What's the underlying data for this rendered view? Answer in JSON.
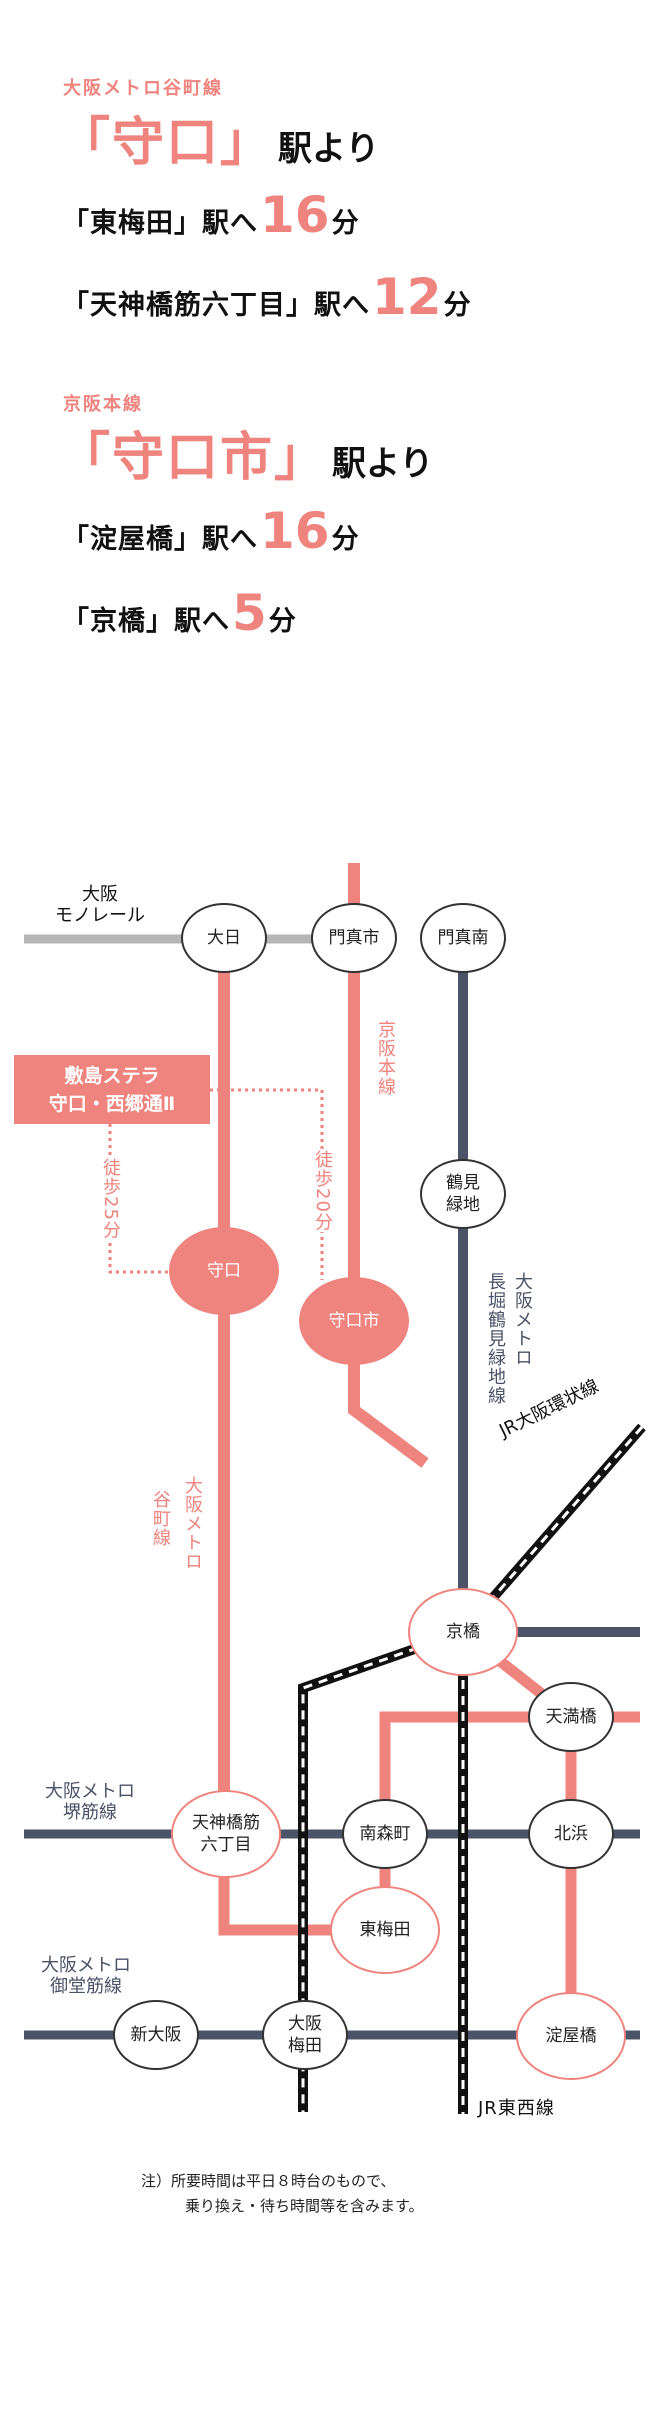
{
  "colors": {
    "accent": "#ef837d",
    "navy": "#4b5368",
    "monorail": "#b5b5b5",
    "text": "#111111"
  },
  "section1": {
    "line": "大阪メトロ谷町線",
    "station": "「守口」",
    "suffix": "駅より",
    "routes": [
      {
        "dest": "「東梅田」駅へ",
        "minutes": "16",
        "unit": "分"
      },
      {
        "dest": "「天神橋筋六丁目」駅へ",
        "minutes": "12",
        "unit": "分"
      }
    ]
  },
  "section2": {
    "line": "京阪本線",
    "station": "「守口市」",
    "suffix": "駅より",
    "routes": [
      {
        "dest": "「淀屋橋」駅へ",
        "minutes": "16",
        "unit": "分"
      },
      {
        "dest": "「京橋」駅へ",
        "minutes": "5",
        "unit": "分"
      }
    ]
  },
  "map": {
    "property": {
      "line1": "敷島ステラ",
      "line2": "守口・西郷通Ⅱ"
    },
    "walk": {
      "to_moriguchi": "徒歩25分",
      "to_moriguchishi": "徒歩20分"
    },
    "lines": {
      "monorail_1": "大阪",
      "monorail_2": "モノレール",
      "keihan": "京阪本線",
      "nagahori_1": "大阪メトロ",
      "nagahori_2": "長堀鶴見緑地線",
      "jr_loop": "JR大阪環状線",
      "tanimachi_1": "大阪メトロ",
      "tanimachi_2": "谷町線",
      "sakaisuji_1": "大阪メトロ",
      "sakaisuji_2": "堺筋線",
      "midosuji_1": "大阪メトロ",
      "midosuji_2": "御堂筋線",
      "jr_tozai": "JR東西線"
    },
    "stations": {
      "dainichi": "大日",
      "kadomashi": "門真市",
      "kadomaminami": "門真南",
      "tsurumiryokuchi_1": "鶴見",
      "tsurumiryokuchi_2": "緑地",
      "moriguchi": "守口",
      "moriguchishi": "守口市",
      "kyobashi": "京橋",
      "temmabashi": "天満橋",
      "tenroku_1": "天神橋筋",
      "tenroku_2": "六丁目",
      "minamimorimachi": "南森町",
      "kitahama": "北浜",
      "higashiumeda": "東梅田",
      "shinosaka": "新大阪",
      "umeda_1": "大阪",
      "umeda_2": "梅田",
      "yodoyabashi": "淀屋橋"
    }
  },
  "note": {
    "line1": "注）所要時間は平日８時台のもので、",
    "line2": "乗り換え・待ち時間等を含みます。"
  }
}
